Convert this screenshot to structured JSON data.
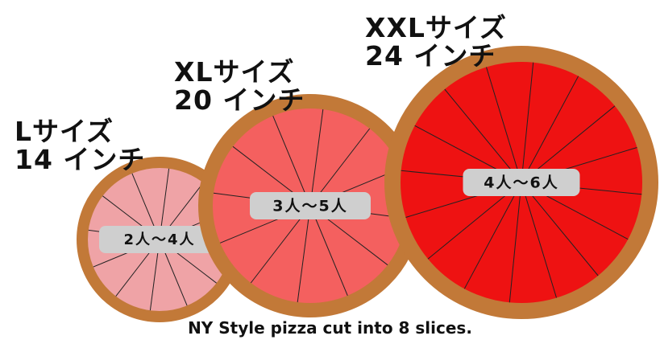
{
  "pizzas": [
    {
      "size_label": "Lサイズ",
      "inch_label": "14 インチ",
      "servings": "2人～4人",
      "slices": 12,
      "fill": "#EFA3A6",
      "crust": "#C27938"
    },
    {
      "size_label": "XLサイズ",
      "inch_label": "20 インチ",
      "servings": "3人～5人",
      "slices": 12,
      "fill": "#F4605F",
      "crust": "#C27938"
    },
    {
      "size_label": "XXLサイズ",
      "inch_label": "24 インチ",
      "servings": "4人～6人",
      "slices": 16,
      "fill": "#EE1212",
      "crust": "#C27938"
    }
  ],
  "footer": "NY Style pizza cut into 8 slices.",
  "colors": {
    "label_bg": "#CFCFCF",
    "slice_line": "#222222",
    "text": "#111111"
  }
}
